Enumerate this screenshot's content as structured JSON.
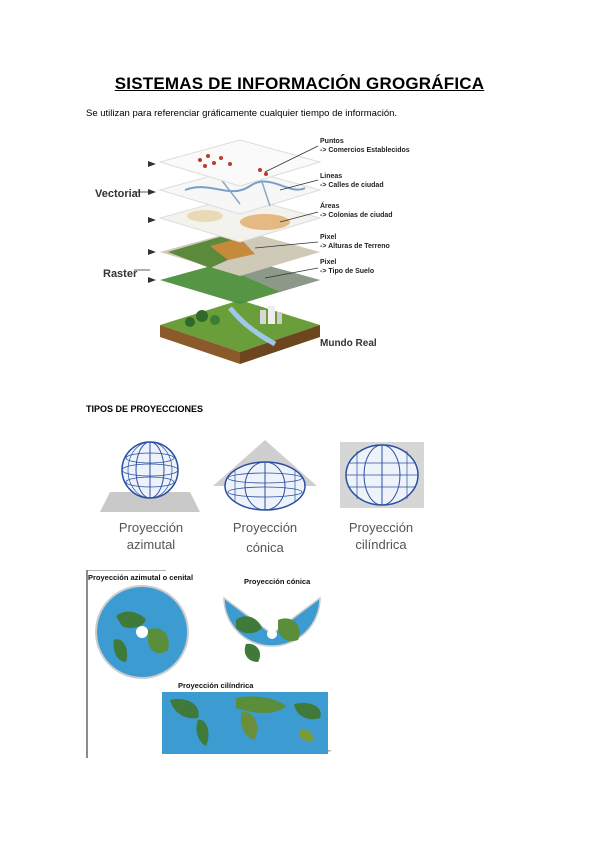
{
  "title": "SISTEMAS DE INFORMACIÓN GROGRÁFICA",
  "intro": "Se utilizan para referenciar gráficamente cualquier tiempo de información.",
  "gis_diagram": {
    "group_vectorial": "Vectorial",
    "group_raster": "Raster",
    "layers": [
      {
        "type": "Puntos",
        "desc": "-> Comercios Establecidos"
      },
      {
        "type": "Lineas",
        "desc": "-> Calles de ciudad"
      },
      {
        "type": "Áreas",
        "desc": "-> Colonias de ciudad"
      },
      {
        "type": "Pixel",
        "desc": "-> Alturas de Terreno"
      },
      {
        "type": "Pixel",
        "desc": "-> Tipo de Suelo"
      }
    ],
    "base": "Mundo Real"
  },
  "section_title": "TIPOS DE PROYECCIONES",
  "projections": [
    {
      "line1": "Proyección",
      "line2": "azimutal"
    },
    {
      "line1": "Proyección",
      "line2": "cónica"
    },
    {
      "line1": "Proyección",
      "line2": "cilíndrica"
    }
  ],
  "maps": {
    "azimutal": "Proyección azimutal o cenital",
    "conica": "Proyección cónica",
    "cilindrica": "Proyección cilíndrica"
  },
  "colors": {
    "globe_line": "#2b4fa0",
    "ocean": "#3c9bd0",
    "land": "#3f7a3a",
    "plane": "#bfbfbf"
  }
}
